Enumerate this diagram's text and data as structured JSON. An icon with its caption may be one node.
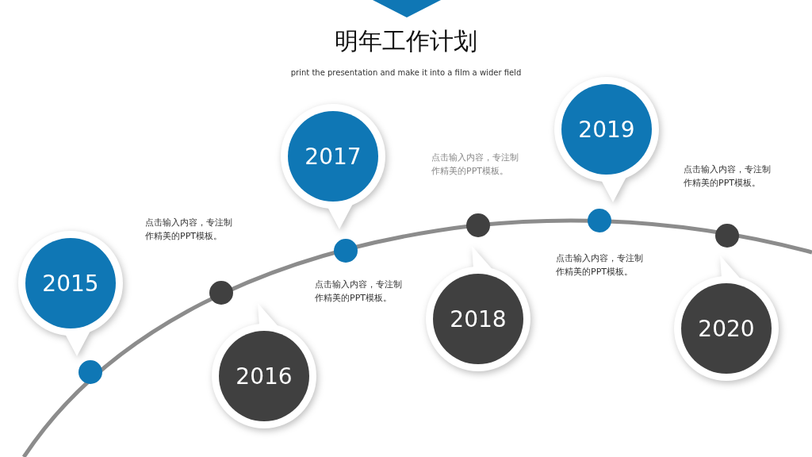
{
  "diagram": {
    "title": "明年工作计划",
    "caption": "print the presentation and make it into a film a wider field",
    "nodes": [
      {
        "text": [
          "2015"
        ]
      },
      {
        "text": [
          "2016"
        ]
      },
      {
        "text": [
          "2017"
        ]
      },
      {
        "text": [
          "2018"
        ]
      },
      {
        "text": [
          "2019"
        ]
      },
      {
        "text": [
          "2020"
        ]
      }
    ],
    "labels": [
      "点击输入内容，专注制作精美的PPT模板。",
      "点击输入内容，专注制作精美的PPT模板。",
      "点击输入内容，专注制作精美的PPT模板。",
      "点击输入内容，专注制作精美的PPT模板。",
      "点击输入内容，专注制作精美的PPT模板。"
    ]
  }
}
